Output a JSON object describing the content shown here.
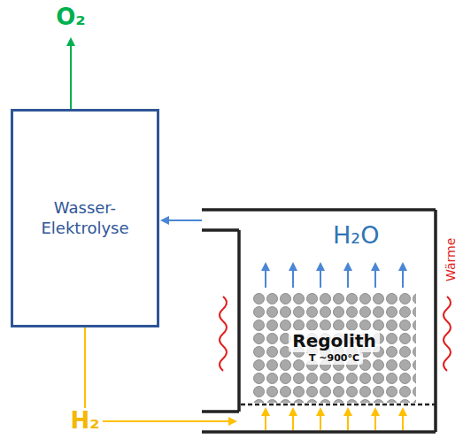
{
  "diagram": {
    "nodes": [
      {
        "text": [
          "Wasser-Elektrolyse"
        ]
      },
      {
        "text": [
          "H₂O"
        ]
      },
      {
        "text": [
          "Regolith",
          "T ~900°C"
        ],
        "in": 1
      }
    ],
    "edges": [
      {
        "from": 1,
        "to": 0,
        "arrow": "to"
      },
      {
        "from": 0,
        "to": 1,
        "label": "H₂",
        "arrow": "to"
      }
    ],
    "labels": [
      "O₂",
      "Wärme"
    ]
  }
}
